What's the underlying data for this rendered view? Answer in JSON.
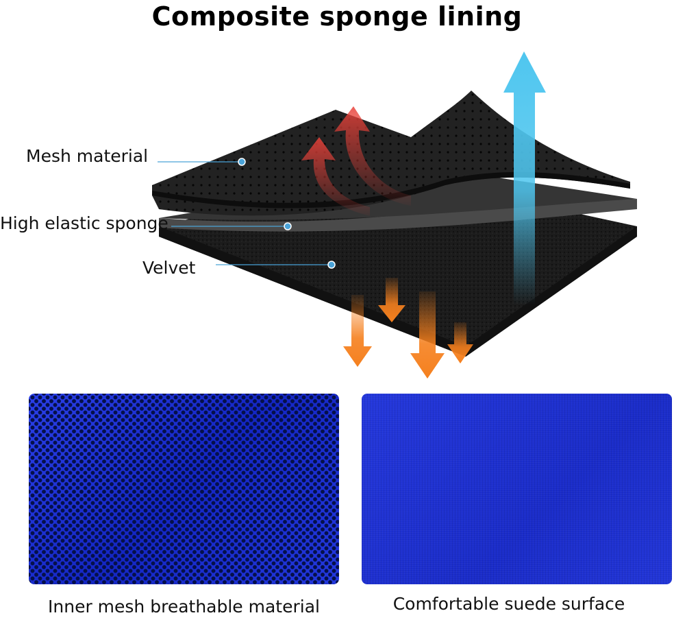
{
  "title": "Composite sponge lining",
  "layers": {
    "mesh": "Mesh material",
    "sponge": "High elastic sponge",
    "velvet": "Velvet"
  },
  "swatches": {
    "mesh_caption": "Inner mesh breathable material",
    "suede_caption": "Comfortable suede surface"
  },
  "colors": {
    "sheet": "#1e1e1e",
    "sponge_edge": "#4a4a4a",
    "heat_arrow": "#e8423a",
    "air_arrow": "#4fc6ef",
    "down_arrow": "#f5801e",
    "swatch_blue": "#1a2fd0"
  }
}
